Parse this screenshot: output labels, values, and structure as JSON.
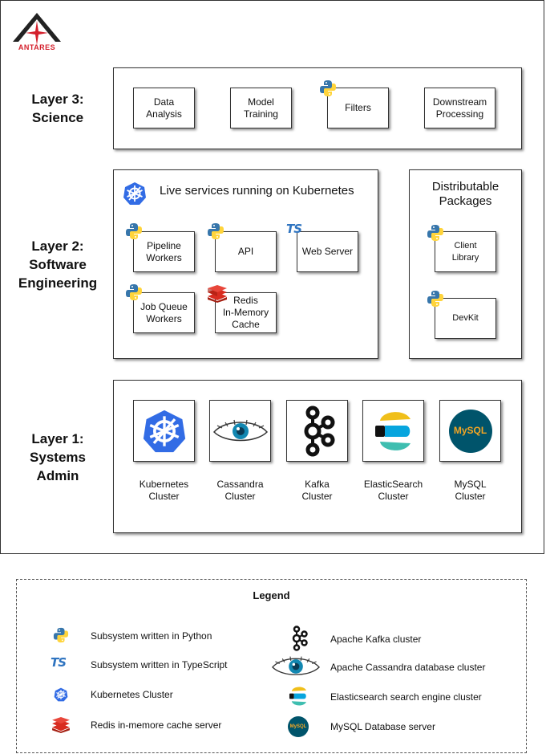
{
  "logo": {
    "text": "ANTARES"
  },
  "layers": {
    "layer3": {
      "title": "Layer 3:\nScience"
    },
    "layer2": {
      "title": "Layer 2:\nSoftware\nEngineering"
    },
    "layer1": {
      "title": "Layer 1:\nSystems\nAdmin"
    }
  },
  "science": {
    "data_analysis": "Data\nAnalysis",
    "model_training": "Model\nTraining",
    "filters": "Filters",
    "downstream": "Downstream\nProcessing"
  },
  "engineering": {
    "k8s_title": "Live services running on Kubernetes",
    "pipeline_workers": "Pipeline\nWorkers",
    "api": "API",
    "web_server": "Web Server",
    "job_queue_workers": "Job Queue\nWorkers",
    "redis_cache": "Redis\nIn-Memory\nCache",
    "packages_title": "Distributable\nPackages",
    "client_library": "Client\nLibrary",
    "devkit": "DevKit"
  },
  "systems": {
    "kubernetes": "Kubernetes\nCluster",
    "cassandra": "Cassandra\nCluster",
    "kafka": "Kafka\nCluster",
    "elasticsearch": "ElasticSearch\nCluster",
    "mysql": "MySQL\nCluster",
    "mysql_logo_text": "MySQL"
  },
  "legend": {
    "title": "Legend",
    "python": "Subsystem written in Python",
    "typescript": "Subsystem written in TypeScript",
    "kubernetes": "Kubernetes Cluster",
    "redis": "Redis in-memore cache server",
    "kafka": "Apache Kafka cluster",
    "cassandra": "Apache Cassandra database cluster",
    "elasticsearch": "Elasticsearch search engine cluster",
    "mysql": "MySQL Database server",
    "ts_badge": "TS",
    "mysql_small": "MySQL"
  },
  "colors": {
    "python_blue": "#3776ab",
    "python_yellow": "#ffd43b",
    "kubernetes_blue": "#326ce5",
    "typescript_blue": "#2f74c0",
    "redis_red": "#d82c20",
    "elastic_yellow": "#f0bf1a",
    "elastic_teal": "#3ebeb0",
    "elastic_blue": "#07a5de",
    "mysql_navy": "#00546b",
    "logo_red": "#d4202c"
  }
}
